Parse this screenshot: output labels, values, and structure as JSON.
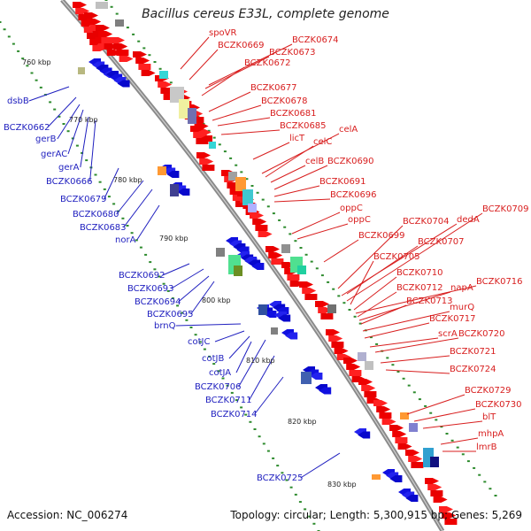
{
  "title": "Bacillus cereus E33L, complete genome",
  "footer": {
    "accession": "Accession: NC_006274",
    "topology": "Topology: circular; Length: 5,300,915 bp; Genes: 5,269"
  },
  "colors": {
    "backbone": "#8a8a8a",
    "forward_label": "#d81e1e",
    "reverse_label": "#1f1fbf",
    "tick_dot": "#2e8b2e",
    "forward_gene": "#ee0000",
    "reverse_gene": "#1010e0"
  },
  "scale_labels": [
    "760 kbp",
    "770 kbp",
    "780 kbp",
    "790 kbp",
    "800 kbp",
    "810 kbp",
    "820 kbp",
    "830 kbp"
  ],
  "forward_genes": [
    "spoVR",
    "BCZK0669",
    "BCZK0674",
    "BCZK0673",
    "BCZK0672",
    "BCZK0677",
    "BCZK0678",
    "BCZK0681",
    "BCZK0685",
    "celA",
    "licT",
    "celC",
    "celB",
    "BCZK0690",
    "BCZK0691",
    "BCZK0696",
    "oppC",
    "oppC",
    "BCZK0704",
    "dedA",
    "BCZK0709",
    "BCZK0699",
    "BCZK0707",
    "BCZK0705",
    "BCZK0710",
    "BCZK0716",
    "BCZK0712",
    "napA",
    "BCZK0713",
    "murQ",
    "BCZK0717",
    "scrA",
    "BCZK0720",
    "BCZK0721",
    "BCZK0724",
    "BCZK0729",
    "BCZK0730",
    "blT",
    "mhpA",
    "lmrB"
  ],
  "reverse_genes": [
    "dsbB",
    "BCZK0662",
    "gerB",
    "gerAC",
    "gerA",
    "BCZK0666",
    "BCZK0679",
    "BCZK0680",
    "BCZK0683",
    "norA",
    "BCZK0692",
    "BCZK0693",
    "BCZK0694",
    "BCZK0695",
    "brnQ",
    "cotJC",
    "cotJB",
    "cotJA",
    "BCZK0706",
    "BCZK0711",
    "BCZK0714",
    "BCZK0725"
  ]
}
